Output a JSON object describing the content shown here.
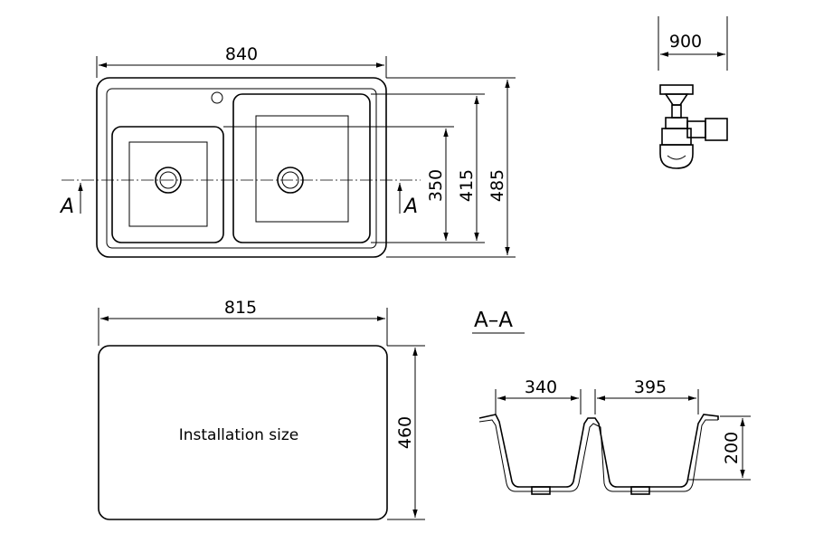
{
  "drawing": {
    "top_view": {
      "width_label": "840",
      "height_label_outer": "485",
      "height_label_mid": "415",
      "height_label_inner": "350",
      "section_mark_left": "A",
      "section_mark_right": "A"
    },
    "siphon": {
      "width_label": "900"
    },
    "cutout": {
      "width_label": "815",
      "height_label": "460",
      "caption": "Installation size"
    },
    "section": {
      "title": "A–A",
      "left_bowl_label": "340",
      "right_bowl_label": "395",
      "depth_label": "200"
    }
  }
}
